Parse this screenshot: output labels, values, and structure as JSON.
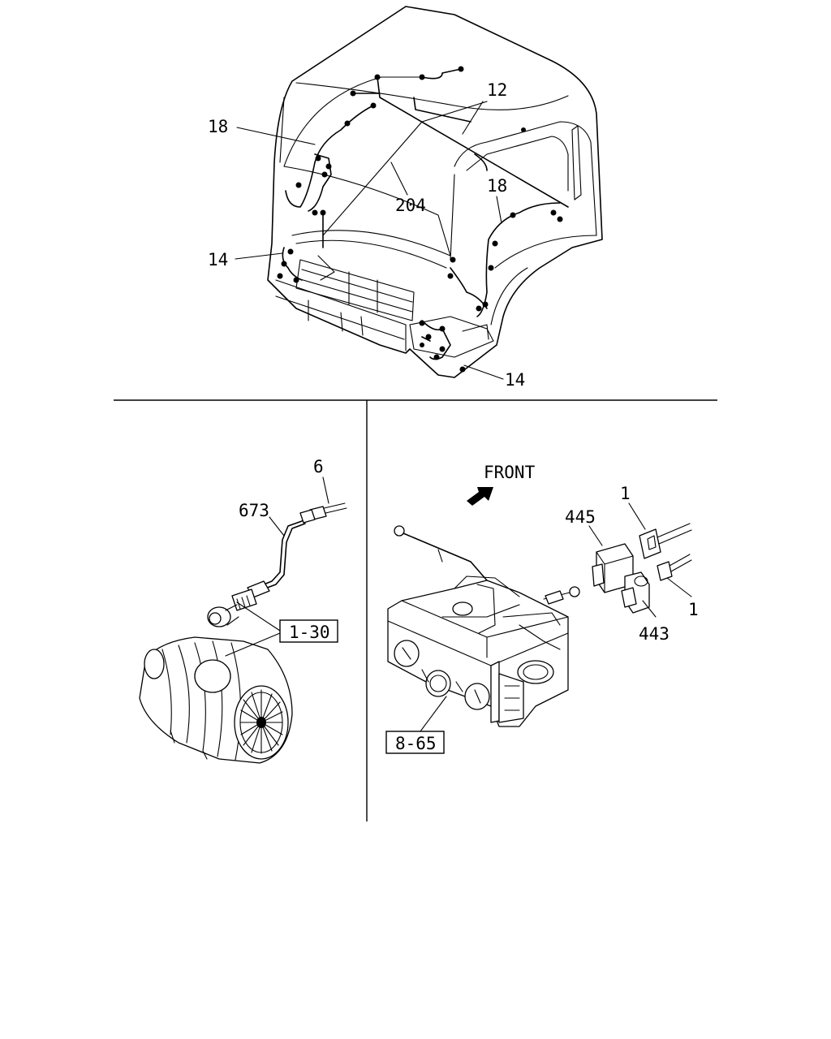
{
  "callouts": {
    "top_18_left": "18",
    "top_12": "12",
    "top_204": "204",
    "top_18_right": "18",
    "top_14_left": "14",
    "top_14_bottom": "14",
    "left_6": "6",
    "left_673": "673",
    "left_1_30": "1-30",
    "right_front": "FRONT",
    "right_445": "445",
    "right_1_top": "1",
    "right_1_bottom": "1",
    "right_443": "443",
    "right_8_65": "8-65"
  }
}
